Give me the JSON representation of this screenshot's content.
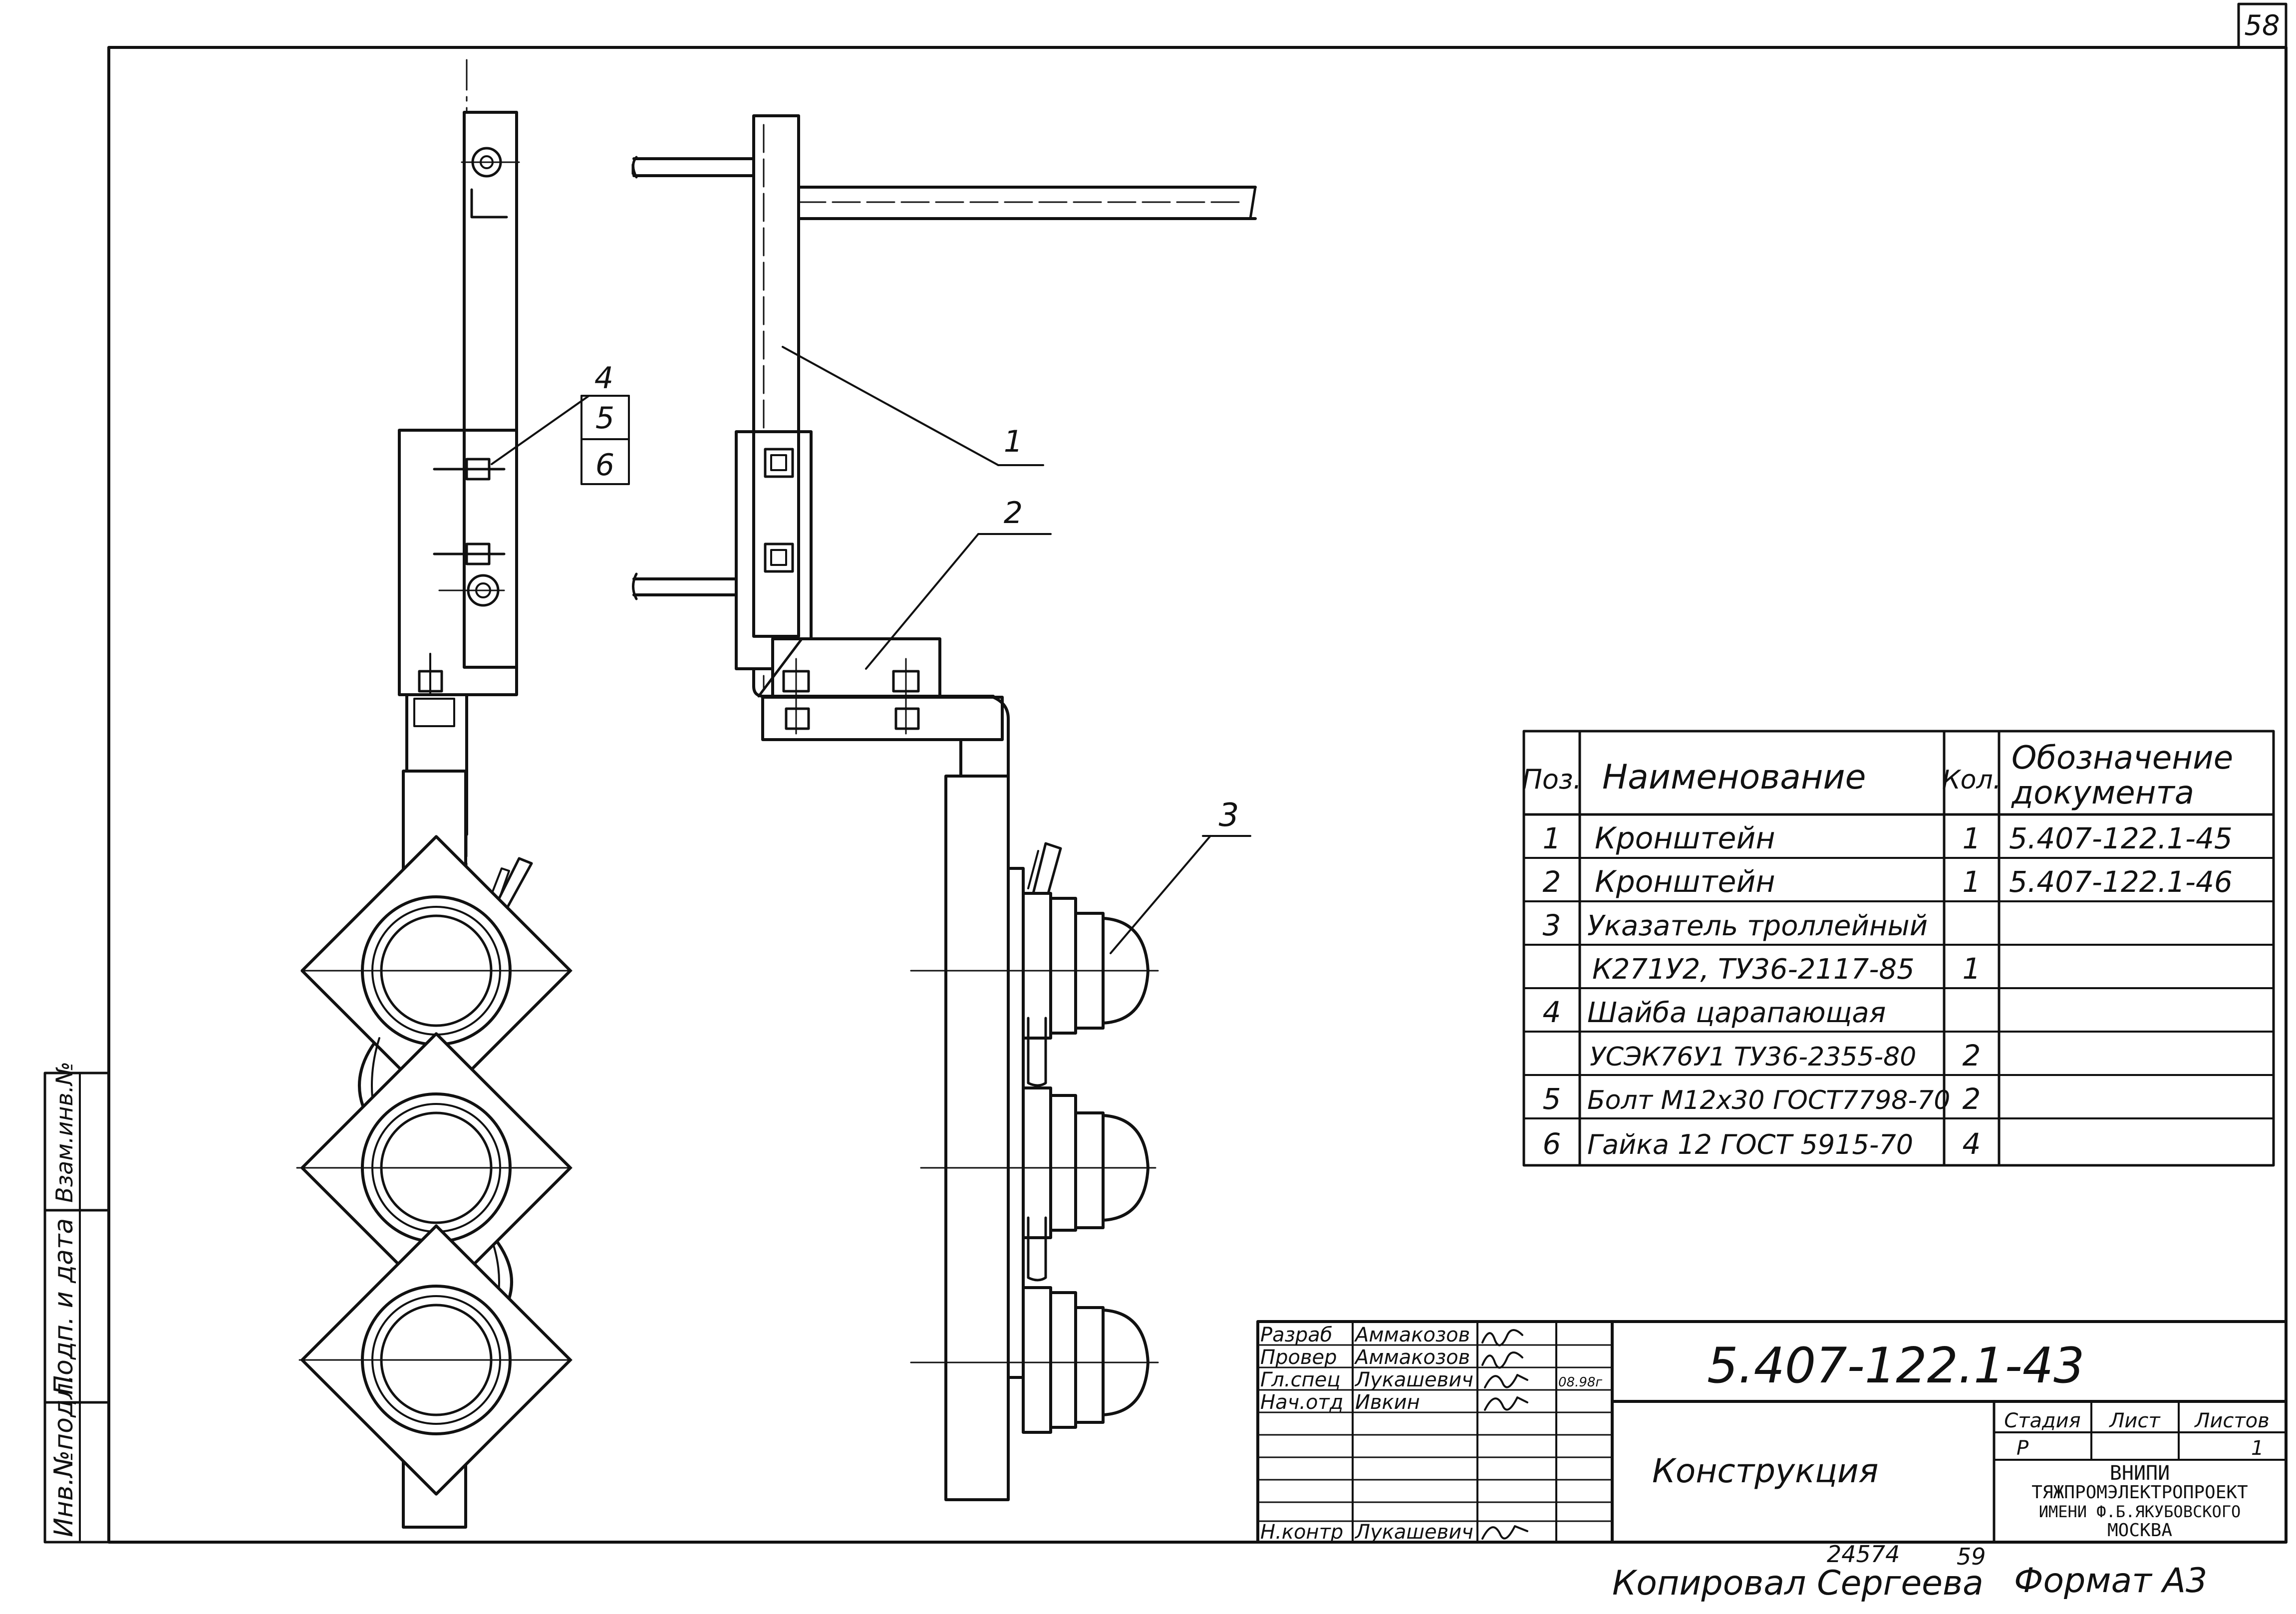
{
  "sheet_number": "58",
  "callouts": {
    "c1": "1",
    "c2": "2",
    "c3": "3",
    "c4": "4",
    "c5": "5",
    "c6": "6"
  },
  "spec": {
    "headers": {
      "pos": "Поз.",
      "name": "Наименование",
      "qty": "Кол.",
      "doc1": "Обозначение",
      "doc2": "документа"
    },
    "rows": [
      {
        "pos": "1",
        "name": "Кронштейн",
        "qty": "1",
        "doc": "5.407-122.1-45"
      },
      {
        "pos": "2",
        "name": "Кронштейн",
        "qty": "1",
        "doc": "5.407-122.1-46"
      },
      {
        "pos": "3",
        "name": "Указатель троллейный",
        "qty": "",
        "doc": ""
      },
      {
        "pos": "",
        "name": "К271У2, ТУ36-2117-85",
        "qty": "1",
        "doc": ""
      },
      {
        "pos": "4",
        "name": "Шайба царапающая",
        "qty": "",
        "doc": ""
      },
      {
        "pos": "",
        "name": "УСЭК76У1 ТУ36-2355-80",
        "qty": "2",
        "doc": ""
      },
      {
        "pos": "5",
        "name": "Болт М12х30 ГОСТ7798-70",
        "qty": "2",
        "doc": ""
      },
      {
        "pos": "6",
        "name": "Гайка 12 ГОСТ 5915-70",
        "qty": "4",
        "doc": ""
      }
    ]
  },
  "title_block": {
    "doc_number": "5.407-122.1-43",
    "title": "Конструкция",
    "roles": [
      {
        "role": "Разраб",
        "name": "Аммакозов",
        "date": ""
      },
      {
        "role": "Провер",
        "name": "Аммакозов",
        "date": ""
      },
      {
        "role": "Гл.спец",
        "name": "Лукашевич",
        "date": "08.98г"
      },
      {
        "role": "Нач.отд",
        "name": "Ивкин",
        "date": ""
      },
      {
        "role": "Н.контр",
        "name": "Лукашевич",
        "date": ""
      }
    ],
    "stage_label": "Стадия",
    "sheet_label": "Лист",
    "sheets_label": "Листов",
    "stage": "Р",
    "sheets": "1",
    "org_line1": "ВНИПИ",
    "org_line2": "ТЯЖПРОМЭЛЕКТРОПРОЕКТ",
    "org_line3": "ИМЕНИ Ф.Б.ЯКУБОВСКОГО",
    "org_line4": "МОСКВА"
  },
  "side_stamp": {
    "inv_orig": "Инв.№подл.",
    "sign_date": "Подп. и дата",
    "replace_inv": "Взам.инв.№"
  },
  "footer": {
    "code": "24574",
    "code2": "59",
    "copied": "Копировал Сергеева",
    "format": "Формат А3"
  }
}
